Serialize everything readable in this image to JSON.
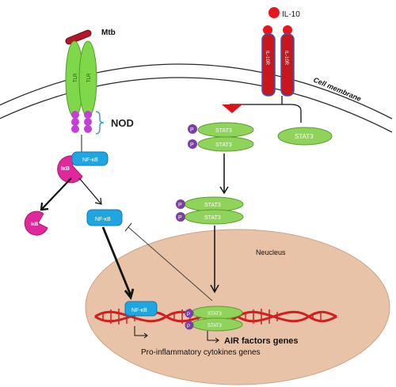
{
  "labels": {
    "mtb": "Mtb",
    "il10": "IL-10",
    "cell_membrane": "Cell membrane",
    "tlr": "TLR",
    "nod": "NOD",
    "nfkb": "NF-κB",
    "ikb": "IκB",
    "stat3": "STAT3",
    "p": "P",
    "il10r": "IL-10R",
    "nucleus": "Neucleus",
    "air_genes": "AIR factors genes",
    "pro_inflammatory": "Pro-inflammatory  cytokines genes"
  },
  "colors": {
    "tlr_green": "#7fd84a",
    "nod_purple": "#c43fd6",
    "nfkb_blue": "#1fa6e0",
    "ikb_magenta": "#e0289a",
    "stat_green": "#8fd35a",
    "p_purple": "#7b3fa6",
    "receptor_red": "#c8161d",
    "il10_red": "#e8141e",
    "nucleus_fill": "#e8c3a8",
    "dna_red": "#d11f1f"
  }
}
